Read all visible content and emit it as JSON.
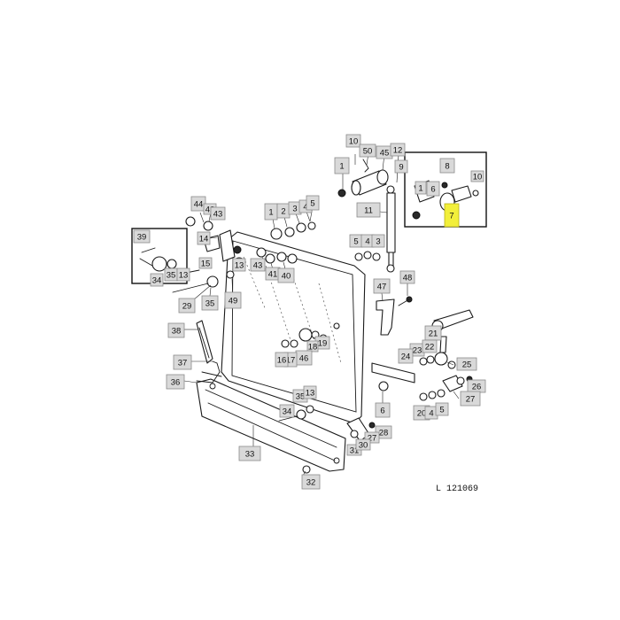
{
  "reference_code": "L 121069",
  "callouts": [
    {
      "id": "c-10a",
      "label": "10"
    },
    {
      "id": "c-50",
      "label": "50"
    },
    {
      "id": "c-45",
      "label": "45"
    },
    {
      "id": "c-12",
      "label": "12"
    },
    {
      "id": "c-1a",
      "label": "1"
    },
    {
      "id": "c-9",
      "label": "9"
    },
    {
      "id": "c-8",
      "label": "8"
    },
    {
      "id": "c-10b",
      "label": "10"
    },
    {
      "id": "c-1b",
      "label": "1"
    },
    {
      "id": "c-6a",
      "label": "6"
    },
    {
      "id": "c-11",
      "label": "11"
    },
    {
      "id": "c-7",
      "label": "7",
      "highlighted": true
    },
    {
      "id": "c-44",
      "label": "44"
    },
    {
      "id": "c-42",
      "label": "42"
    },
    {
      "id": "c-43a",
      "label": "43"
    },
    {
      "id": "c-1c",
      "label": "1"
    },
    {
      "id": "c-2a",
      "label": "2"
    },
    {
      "id": "c-3a",
      "label": "3"
    },
    {
      "id": "c-4a",
      "label": "4"
    },
    {
      "id": "c-5a",
      "label": "5"
    },
    {
      "id": "c-39",
      "label": "39"
    },
    {
      "id": "c-14",
      "label": "14"
    },
    {
      "id": "c-15",
      "label": "15"
    },
    {
      "id": "c-13a",
      "label": "13"
    },
    {
      "id": "c-43b",
      "label": "43"
    },
    {
      "id": "c-41",
      "label": "41"
    },
    {
      "id": "c-40",
      "label": "40"
    },
    {
      "id": "c-5b",
      "label": "5"
    },
    {
      "id": "c-4b",
      "label": "4"
    },
    {
      "id": "c-3b",
      "label": "3"
    },
    {
      "id": "c-34a",
      "label": "34"
    },
    {
      "id": "c-35a",
      "label": "35"
    },
    {
      "id": "c-13b",
      "label": "13"
    },
    {
      "id": "c-29",
      "label": "29"
    },
    {
      "id": "c-35b",
      "label": "35"
    },
    {
      "id": "c-49",
      "label": "49"
    },
    {
      "id": "c-48",
      "label": "48"
    },
    {
      "id": "c-47",
      "label": "47"
    },
    {
      "id": "c-21",
      "label": "21"
    },
    {
      "id": "c-38",
      "label": "38"
    },
    {
      "id": "c-19",
      "label": "19"
    },
    {
      "id": "c-18",
      "label": "18"
    },
    {
      "id": "c-46",
      "label": "46"
    },
    {
      "id": "c-17",
      "label": "17"
    },
    {
      "id": "c-16",
      "label": "16"
    },
    {
      "id": "c-23",
      "label": "23"
    },
    {
      "id": "c-22",
      "label": "22"
    },
    {
      "id": "c-24",
      "label": "24"
    },
    {
      "id": "c-25",
      "label": "25"
    },
    {
      "id": "c-37",
      "label": "37"
    },
    {
      "id": "c-36",
      "label": "36"
    },
    {
      "id": "c-26",
      "label": "26"
    },
    {
      "id": "c-27",
      "label": "27"
    },
    {
      "id": "c-6b",
      "label": "6"
    },
    {
      "id": "c-20",
      "label": "20"
    },
    {
      "id": "c-4c",
      "label": "4"
    },
    {
      "id": "c-5c",
      "label": "5"
    },
    {
      "id": "c-35c",
      "label": "35"
    },
    {
      "id": "c-13c",
      "label": "13"
    },
    {
      "id": "c-34b",
      "label": "34"
    },
    {
      "id": "c-28",
      "label": "28"
    },
    {
      "id": "c-27b",
      "label": "27"
    },
    {
      "id": "c-31",
      "label": "31"
    },
    {
      "id": "c-30",
      "label": "30"
    },
    {
      "id": "c-33",
      "label": "33"
    },
    {
      "id": "c-32",
      "label": "32"
    }
  ]
}
